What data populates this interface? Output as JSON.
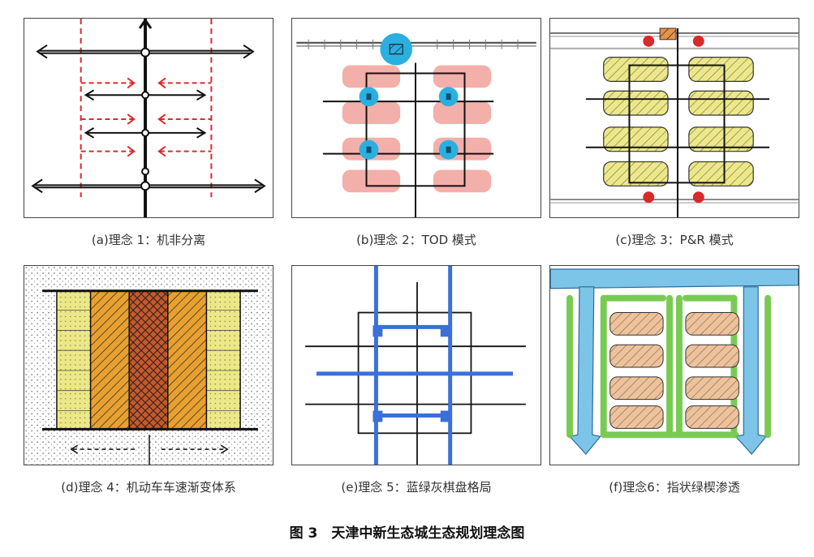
{
  "panels": [
    {
      "id": "a",
      "caption": "(a)理念 1：机非分离"
    },
    {
      "id": "b",
      "caption": "(b)理念 2：TOD 模式"
    },
    {
      "id": "c",
      "caption": "(c)理念 3：P&R 模式"
    },
    {
      "id": "d",
      "caption": "(d)理念 4：机动车车速渐变体系"
    },
    {
      "id": "e",
      "caption": "(e)理念 5：蓝绿灰棋盘格局"
    },
    {
      "id": "f",
      "caption": "(f)理念6：指状绿楔渗透"
    }
  ],
  "figure_title": "图 3　天津中新生态城生态规划理念图",
  "colors": {
    "red": "#e02828",
    "salmon": "#f2a7a0",
    "cyan": "#2ab0e0",
    "yellow": "#ece88a",
    "orange": "#e8a030",
    "rust": "#c8582a",
    "blue": "#3a70d8",
    "green": "#6ac640",
    "tan": "#eec29a",
    "water": "#7cc4e8"
  }
}
